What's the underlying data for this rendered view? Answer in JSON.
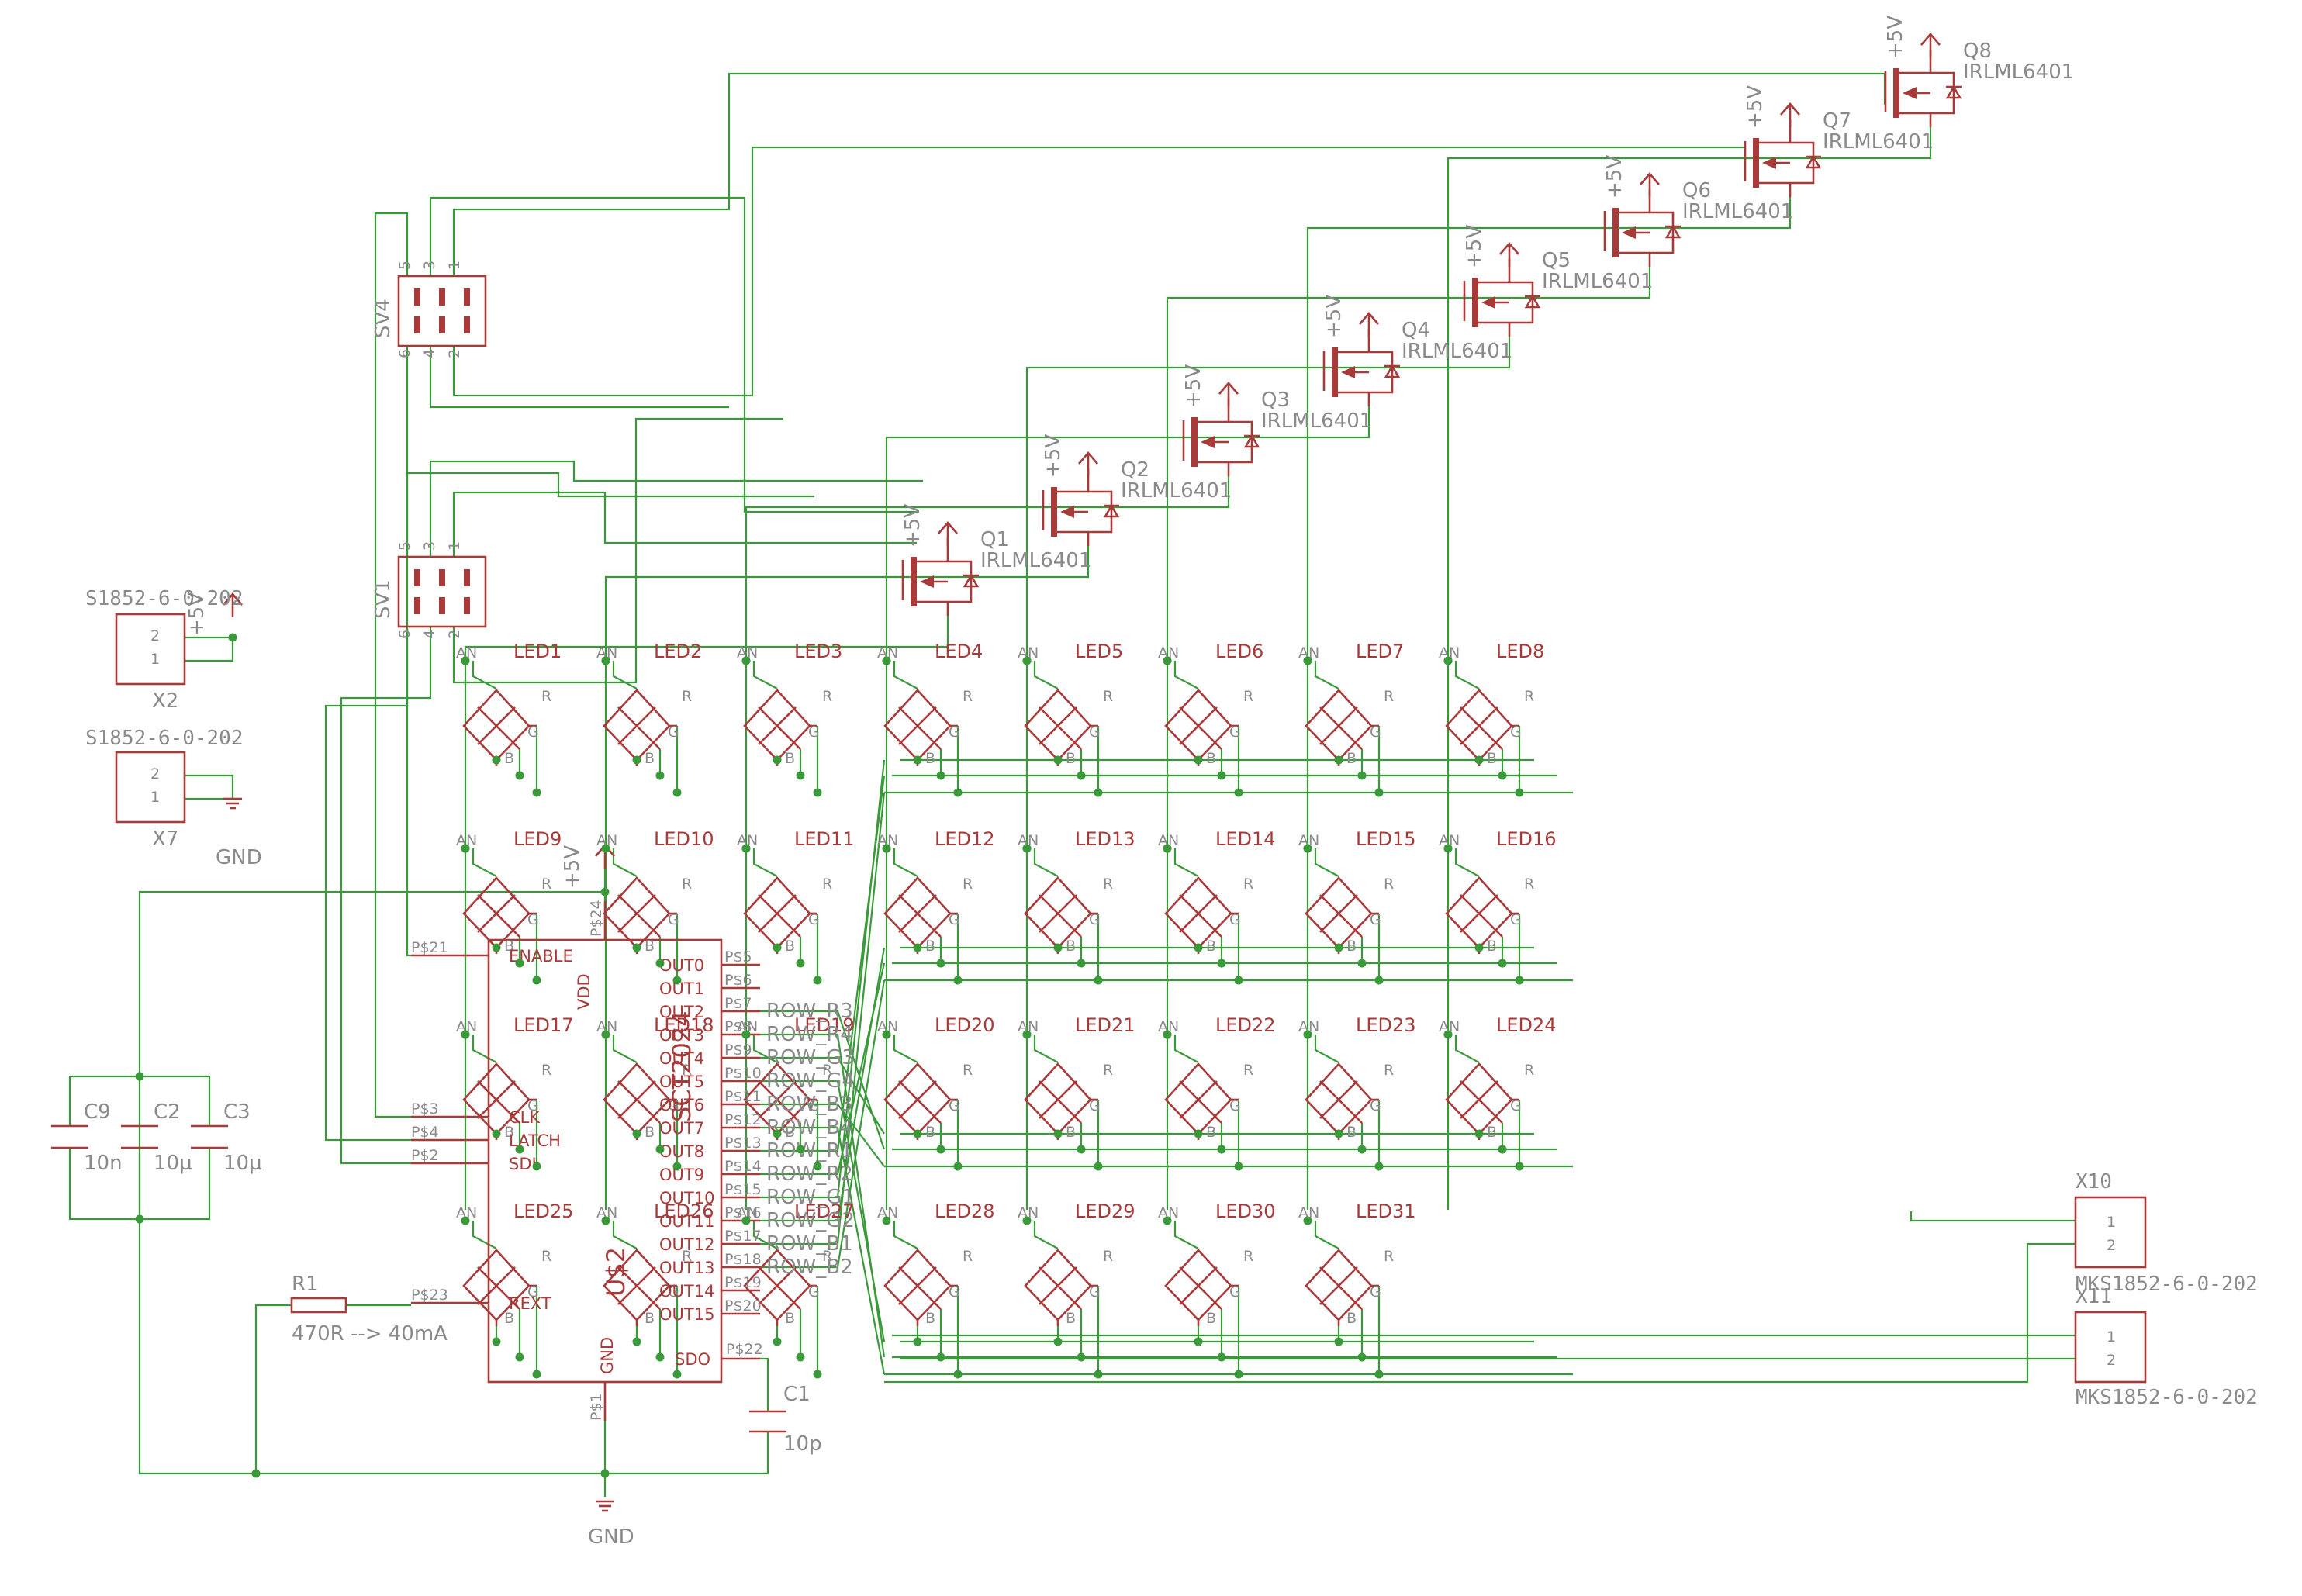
{
  "colors": {
    "wire": "#3a9a3a",
    "symbol": "#a83a3a",
    "text": "#8a8a8a"
  },
  "supply": {
    "vcc": "+5V",
    "gnd": "GND"
  },
  "ic": {
    "name": "U$2",
    "value": "SCT2024",
    "left_pins": [
      {
        "pad": "P$21",
        "name": "ENABLE"
      },
      {
        "pad": "P$3",
        "name": "CLK"
      },
      {
        "pad": "P$4",
        "name": "LATCH"
      },
      {
        "pad": "P$2",
        "name": "SDI"
      },
      {
        "pad": "P$23",
        "name": "REXT"
      }
    ],
    "vdd_label": "VDD",
    "vdd_pad": "P$24",
    "gnd_label": "GND",
    "gnd_pad": "P$1",
    "sdo_label": "SDO",
    "sdo_pad": "P$22",
    "outputs": [
      {
        "name": "OUT0",
        "pad": "P$5",
        "net": ""
      },
      {
        "name": "OUT1",
        "pad": "P$6",
        "net": ""
      },
      {
        "name": "OUT2",
        "pad": "P$7",
        "net": "ROW_R3"
      },
      {
        "name": "OUT3",
        "pad": "P$8",
        "net": "ROW_R4"
      },
      {
        "name": "OUT4",
        "pad": "P$9",
        "net": "ROW_G3"
      },
      {
        "name": "OUT5",
        "pad": "P$10",
        "net": "ROW_G4"
      },
      {
        "name": "OUT6",
        "pad": "P$11",
        "net": "ROW_B3"
      },
      {
        "name": "OUT7",
        "pad": "P$12",
        "net": "ROW_B4"
      },
      {
        "name": "OUT8",
        "pad": "P$13",
        "net": "ROW_R1"
      },
      {
        "name": "OUT9",
        "pad": "P$14",
        "net": "ROW_R2"
      },
      {
        "name": "OUT10",
        "pad": "P$15",
        "net": "ROW_G1"
      },
      {
        "name": "OUT11",
        "pad": "P$16",
        "net": "ROW_G2"
      },
      {
        "name": "OUT12",
        "pad": "P$17",
        "net": "ROW_B1"
      },
      {
        "name": "OUT13",
        "pad": "P$18",
        "net": "ROW_B2"
      },
      {
        "name": "OUT14",
        "pad": "P$19",
        "net": ""
      },
      {
        "name": "OUT15",
        "pad": "P$20",
        "net": ""
      }
    ]
  },
  "capacitors": [
    {
      "name": "C9",
      "value": "10n"
    },
    {
      "name": "C2",
      "value": "10µ"
    },
    {
      "name": "C3",
      "value": "10µ"
    },
    {
      "name": "C1",
      "value": "10p"
    }
  ],
  "resistor": {
    "name": "R1",
    "value": "470R --> 40mA"
  },
  "headers": [
    {
      "name": "SV4",
      "pins_top": [
        "5",
        "3",
        "1"
      ],
      "pins_bottom": [
        "6",
        "4",
        "2"
      ]
    },
    {
      "name": "SV1",
      "pins_top": [
        "5",
        "3",
        "1"
      ],
      "pins_bottom": [
        "6",
        "4",
        "2"
      ]
    }
  ],
  "connectors": [
    {
      "name": "X2",
      "value": "S1852-6-0-202",
      "pins": [
        "2",
        "1"
      ]
    },
    {
      "name": "X7",
      "value": "S1852-6-0-202",
      "pins": [
        "2",
        "1"
      ]
    },
    {
      "name": "X10",
      "value": "MKS1852-6-0-202",
      "pins": [
        "1",
        "2"
      ]
    },
    {
      "name": "X11",
      "value": "MKS1852-6-0-202",
      "pins": [
        "1",
        "2"
      ]
    }
  ],
  "mosfets": [
    {
      "name": "Q1",
      "value": "IRLML6401"
    },
    {
      "name": "Q2",
      "value": "IRLML6401"
    },
    {
      "name": "Q3",
      "value": "IRLML6401"
    },
    {
      "name": "Q4",
      "value": "IRLML6401"
    },
    {
      "name": "Q5",
      "value": "IRLML6401"
    },
    {
      "name": "Q6",
      "value": "IRLML6401"
    },
    {
      "name": "Q7",
      "value": "IRLML6401"
    },
    {
      "name": "Q8",
      "value": "IRLML6401"
    }
  ],
  "led_pins": {
    "anode": "AN",
    "red": "R",
    "green": "G",
    "blue": "B"
  },
  "leds": [
    "LED1",
    "LED2",
    "LED3",
    "LED4",
    "LED5",
    "LED6",
    "LED7",
    "LED8",
    "LED9",
    "LED10",
    "LED11",
    "LED12",
    "LED13",
    "LED14",
    "LED15",
    "LED16",
    "LED17",
    "LED18",
    "LED19",
    "LED20",
    "LED21",
    "LED22",
    "LED23",
    "LED24",
    "LED25",
    "LED26",
    "LED27",
    "LED28",
    "LED29",
    "LED30",
    "LED31"
  ]
}
